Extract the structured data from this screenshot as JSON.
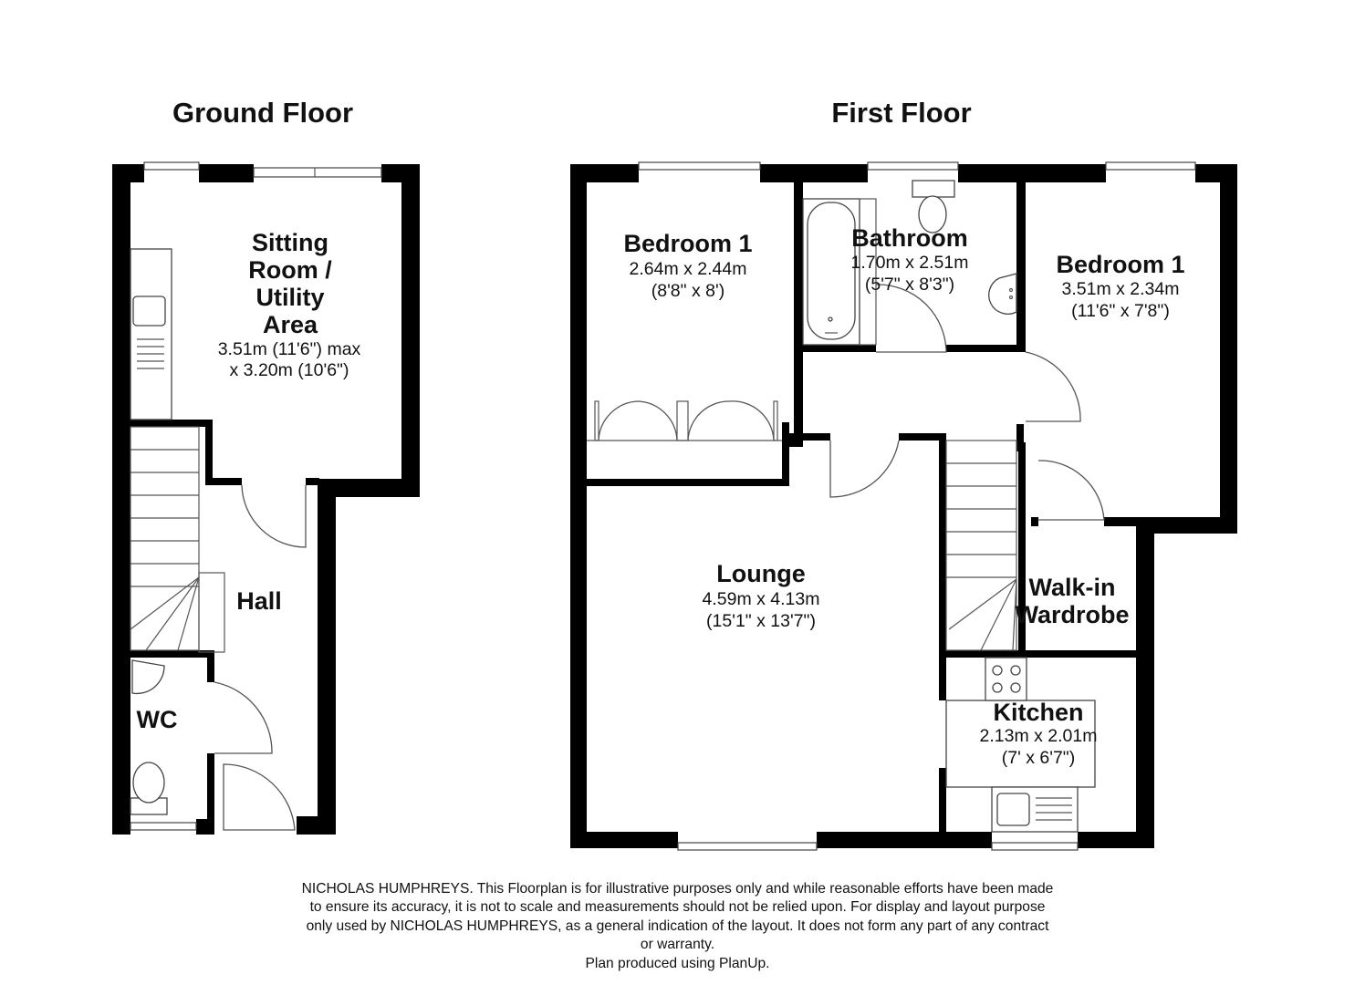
{
  "floors": [
    {
      "title": "Ground Floor",
      "rooms": [
        {
          "name_lines": [
            "Sitting",
            "Room /",
            "Utility",
            "Area"
          ],
          "dim_lines": [
            "3.51m (11'6\") max",
            "x 3.20m (10'6\")"
          ]
        },
        {
          "name_lines": [
            "Hall"
          ],
          "dim_lines": []
        },
        {
          "name_lines": [
            "WC"
          ],
          "dim_lines": []
        }
      ]
    },
    {
      "title": "First Floor",
      "rooms": [
        {
          "name_lines": [
            "Bedroom 1"
          ],
          "dim_lines": [
            "2.64m x 2.44m",
            "(8'8\" x 8')"
          ]
        },
        {
          "name_lines": [
            "Bathroom"
          ],
          "dim_lines": [
            "1.70m x 2.51m",
            "(5'7\" x 8'3\")"
          ]
        },
        {
          "name_lines": [
            "Bedroom 1"
          ],
          "dim_lines": [
            "3.51m x 2.34m",
            "(11'6\" x 7'8\")"
          ]
        },
        {
          "name_lines": [
            "Lounge"
          ],
          "dim_lines": [
            "4.59m x 4.13m",
            "(15'1\" x 13'7\")"
          ]
        },
        {
          "name_lines": [
            "Walk-in",
            "Wardrobe"
          ],
          "dim_lines": []
        },
        {
          "name_lines": [
            "Kitchen"
          ],
          "dim_lines": [
            "2.13m x 2.01m",
            "(7' x 6'7\")"
          ]
        }
      ]
    }
  ],
  "disclaimer": {
    "lines": [
      "NICHOLAS HUMPHREYS. This Floorplan is for illustrative purposes only and while reasonable efforts have been made",
      "to ensure its accuracy, it is not to scale and measurements should not be relied upon. For display and layout purpose",
      "only used by NICHOLAS HUMPHREYS, as a general indication of the layout. It does not form any part of any contract",
      "or warranty.",
      "Plan produced using PlanUp."
    ]
  }
}
